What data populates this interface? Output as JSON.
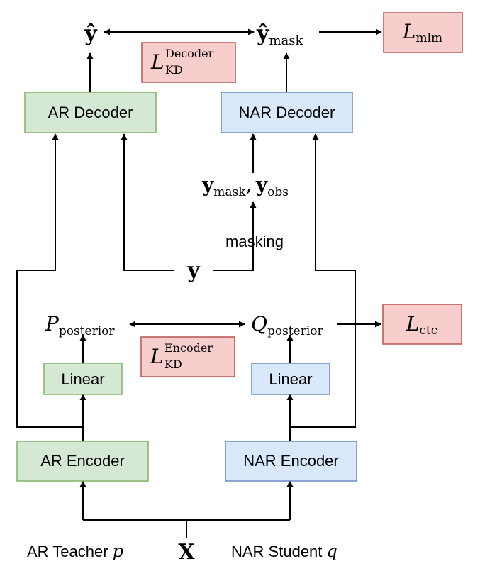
{
  "colors": {
    "ar_fill": "#d5e8d4",
    "ar_stroke": "#82b366",
    "nar_fill": "#dae8fc",
    "nar_stroke": "#6c8ebf",
    "loss_fill": "#f8cecc",
    "loss_stroke": "#b85450",
    "line": "#000000"
  },
  "boxes": {
    "ar_decoder": "AR Decoder",
    "nar_decoder": "NAR Decoder",
    "ar_linear": "Linear",
    "nar_linear": "Linear",
    "ar_encoder": "AR Encoder",
    "nar_encoder": "NAR Encoder"
  },
  "losses": {
    "mlm": {
      "base": "L",
      "sub": "mlm"
    },
    "ctc": {
      "base": "L",
      "sub": "ctc"
    },
    "kd_decoder": {
      "base": "L",
      "sub": "KD",
      "sup": "Decoder"
    },
    "kd_encoder": {
      "base": "L",
      "sub": "KD",
      "sup": "Encoder"
    }
  },
  "labels": {
    "y_hat": "ŷ",
    "y_hat_mask": {
      "base": "ŷ",
      "sub": "mask"
    },
    "y_mask": {
      "base": "y",
      "sub": "mask"
    },
    "y_obs": {
      "base": "y",
      "sub": "obs"
    },
    "comma": ",",
    "masking": "masking",
    "y": "y",
    "p_posterior": {
      "base": "P",
      "sub": "posterior"
    },
    "q_posterior": {
      "base": "Q",
      "sub": "posterior"
    },
    "x": "X",
    "ar_teacher": {
      "text": "AR Teacher ",
      "var": "p"
    },
    "nar_student": {
      "text": "NAR Student ",
      "var": "q"
    }
  }
}
